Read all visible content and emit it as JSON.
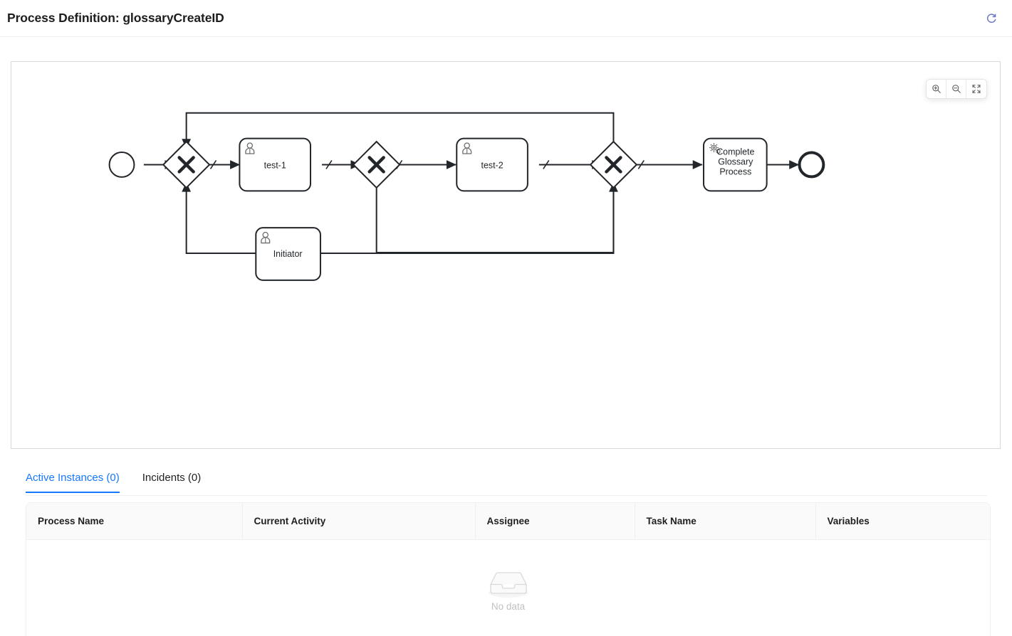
{
  "header": {
    "title": "Process Definition: glossaryCreateID",
    "refresh_icon": "refresh-icon"
  },
  "diagram": {
    "zoom_controls": [
      {
        "name": "zoom-in-button",
        "icon": "zoom-in-icon"
      },
      {
        "name": "zoom-out-button",
        "icon": "zoom-out-icon"
      },
      {
        "name": "fit-viewport-button",
        "icon": "fit-screen-icon"
      }
    ],
    "elements": {
      "start_event": "start-event",
      "gateway_1": "X",
      "task_1": "test-1",
      "gateway_2": "X",
      "task_2": "test-2",
      "gateway_3": "X",
      "service_task": "Complete\nGlossary\nProcess",
      "service_task_lines": [
        "Complete",
        "Glossary",
        "Process"
      ],
      "initiator_task": "Initiator",
      "end_event": "end-event"
    },
    "colors": {
      "stroke": "#22262a",
      "label": "#22262a",
      "panel_border": "#d9d9d9"
    }
  },
  "tabs": [
    {
      "label": "Active Instances (0)",
      "active": true,
      "name": "tab-active-instances"
    },
    {
      "label": "Incidents (0)",
      "active": false,
      "name": "tab-incidents"
    }
  ],
  "table": {
    "columns": [
      "Process Name",
      "Current Activity",
      "Assignee",
      "Task Name",
      "Variables"
    ],
    "rows": [],
    "empty": {
      "icon": "empty-box-icon",
      "text": "No data"
    }
  },
  "theme": {
    "accent": "#1677ff",
    "refresh_icon_color": "#6b77c4",
    "header_bg": "#fafafa",
    "muted_text": "#00000040"
  }
}
